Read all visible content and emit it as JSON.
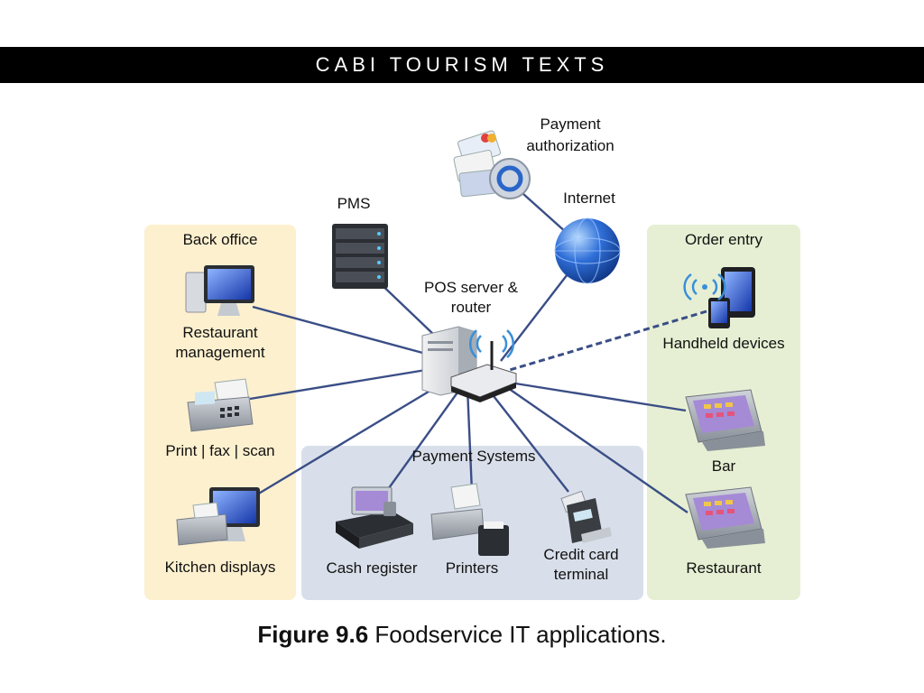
{
  "header": {
    "title": "CABI TOURISM TEXTS"
  },
  "groups": {
    "back_office": "Back office",
    "order_entry": "Order entry",
    "payment_systems": "Payment Systems"
  },
  "nodes": {
    "payment_authorization": "Payment\nauthorization",
    "internet": "Internet",
    "pms": "PMS",
    "pos_server": "POS server &\nrouter",
    "restaurant_management": "Restaurant\nmanagement",
    "print_fax_scan": "Print | fax | scan",
    "kitchen_displays": "Kitchen displays",
    "handheld_devices": "Handheld devices",
    "bar": "Bar",
    "restaurant": "Restaurant",
    "cash_register": "Cash register",
    "printers": "Printers",
    "credit_card_terminal": "Credit card\nterminal"
  },
  "caption": {
    "figure": "Figure 9.6",
    "text": "Foodservice IT applications."
  },
  "colors": {
    "back_office_bg": "#fdf0cf",
    "order_entry_bg": "#e6efd3",
    "payment_bg": "#d9dfea",
    "connector": "#3a4e86"
  }
}
